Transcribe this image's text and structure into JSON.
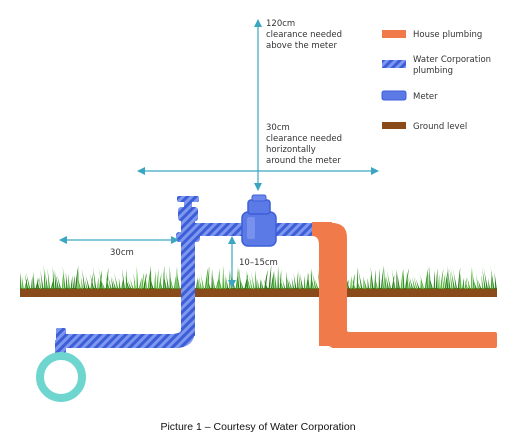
{
  "legend": {
    "house_plumbing": "House plumbing",
    "water_corp_line1": "Water Corporation",
    "water_corp_line2": "plumbing",
    "meter": "Meter",
    "ground": "Ground level"
  },
  "labels": {
    "above_line1": "120cm",
    "above_line2": "clearance needed",
    "above_line3": "above the meter",
    "horiz_line1": "30cm",
    "horiz_line2": "clearance needed",
    "horiz_line3": "horizontally",
    "horiz_line4": "around the meter",
    "left_clearance": "30cm",
    "depth": "10–15cm"
  },
  "caption": "Picture 1 – Courtesy of Water Corporation",
  "colors": {
    "house_pipe": "#f07a4a",
    "water_corp_pipe": "#4f6fe0",
    "meter": "#4f6fe0",
    "ground": "#8a4b1a",
    "grass": "#3fa52a",
    "arrow": "#3aa6c2",
    "ring": "#6fd6cf"
  }
}
